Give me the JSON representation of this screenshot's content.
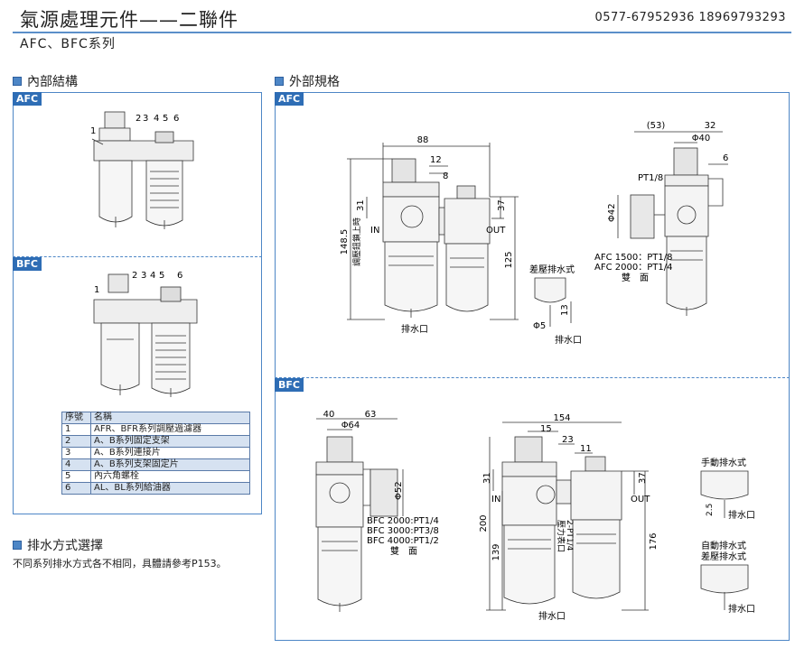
{
  "header": {
    "title": "氣源處理元件——二聯件",
    "phone": "0577-67952936  18969793293",
    "subtitle": "AFC、BFC系列"
  },
  "sections": {
    "internal": "內部結構",
    "external": "外部規格",
    "drain": "排水方式選擇"
  },
  "tags": {
    "afc": "AFC",
    "bfc": "BFC"
  },
  "parts_table": {
    "headers": [
      "序號",
      "名稱"
    ],
    "rows": [
      [
        "1",
        "AFR、BFR系列調壓過濾器"
      ],
      [
        "2",
        "A、B系列固定支架"
      ],
      [
        "3",
        "A、B系列連接片"
      ],
      [
        "4",
        "A、B系列支架固定片"
      ],
      [
        "5",
        "內六角螺栓"
      ],
      [
        "6",
        "AL、BL系列給油器"
      ]
    ]
  },
  "drain_note": "不同系列排水方式各不相同，具體請參考P153。",
  "internal_labels": {
    "afc_nums": [
      "1",
      "2",
      "3",
      "4",
      "5",
      "6"
    ],
    "bfc_nums": [
      "1",
      "2",
      "3",
      "4",
      "5",
      "6"
    ]
  },
  "afc_dims": {
    "w88": "88",
    "d12": "12",
    "d8": "8",
    "h31": "31",
    "h37": "37",
    "h148": "148.5",
    "h125": "125",
    "knob_note": "調壓鈕鎖上時",
    "in": "IN",
    "out": "OUT",
    "drain": "排水口",
    "diff_drain": "差壓排水式",
    "phi5": "Φ5",
    "d13": "13",
    "drain2": "排水口",
    "d53": "(53)",
    "d32": "32",
    "phi40": "Φ40",
    "d6": "6",
    "pt18": "PT1/8",
    "phi42": "Φ42",
    "afc1500": "AFC 1500：PT1/8",
    "afc2000": "AFC 2000：PT1/4",
    "double": "雙　面"
  },
  "bfc_dims": {
    "d40": "40",
    "d63": "63",
    "phi64": "Φ64",
    "phi52": "Φ52",
    "bfc2000": "BFC 2000:PT1/4",
    "bfc3000": "BFC 3000:PT3/8",
    "bfc4000": "BFC 4000:PT1/2",
    "double": "雙　面",
    "d154": "154",
    "d15": "15",
    "d23": "23",
    "d11": "11",
    "d31": "31",
    "d37": "37",
    "in": "IN",
    "out": "OUT",
    "h200": "200",
    "h139": "139",
    "h176": "176",
    "gauge": "2-PT1/4",
    "gauge2": "壓力表口",
    "drain": "排水口",
    "manual": "手動排水式",
    "d25": "2.5",
    "drain_m": "排水口",
    "auto1": "自動排水式",
    "auto2": "差壓排水式",
    "drain_a": "排水口"
  }
}
